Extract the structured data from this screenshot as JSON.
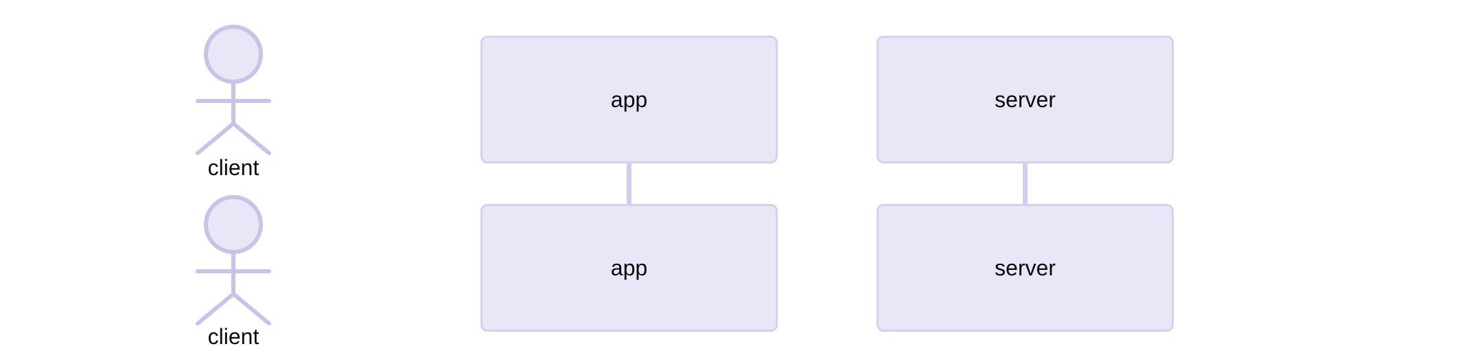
{
  "diagram": {
    "kind": "sequence-diagram",
    "participants": [
      {
        "id": "client",
        "type": "actor",
        "label": "client"
      },
      {
        "id": "app",
        "type": "participant",
        "label": "app"
      },
      {
        "id": "server",
        "type": "participant",
        "label": "server"
      }
    ],
    "messages": []
  },
  "colors": {
    "background": "#ffffff",
    "shape_fill": "#e9e6f8",
    "shape_stroke": "#ccc1e7",
    "box_border": "#d8cfef",
    "lifeline": "#d8ccee",
    "text": "#0a0a0a"
  }
}
